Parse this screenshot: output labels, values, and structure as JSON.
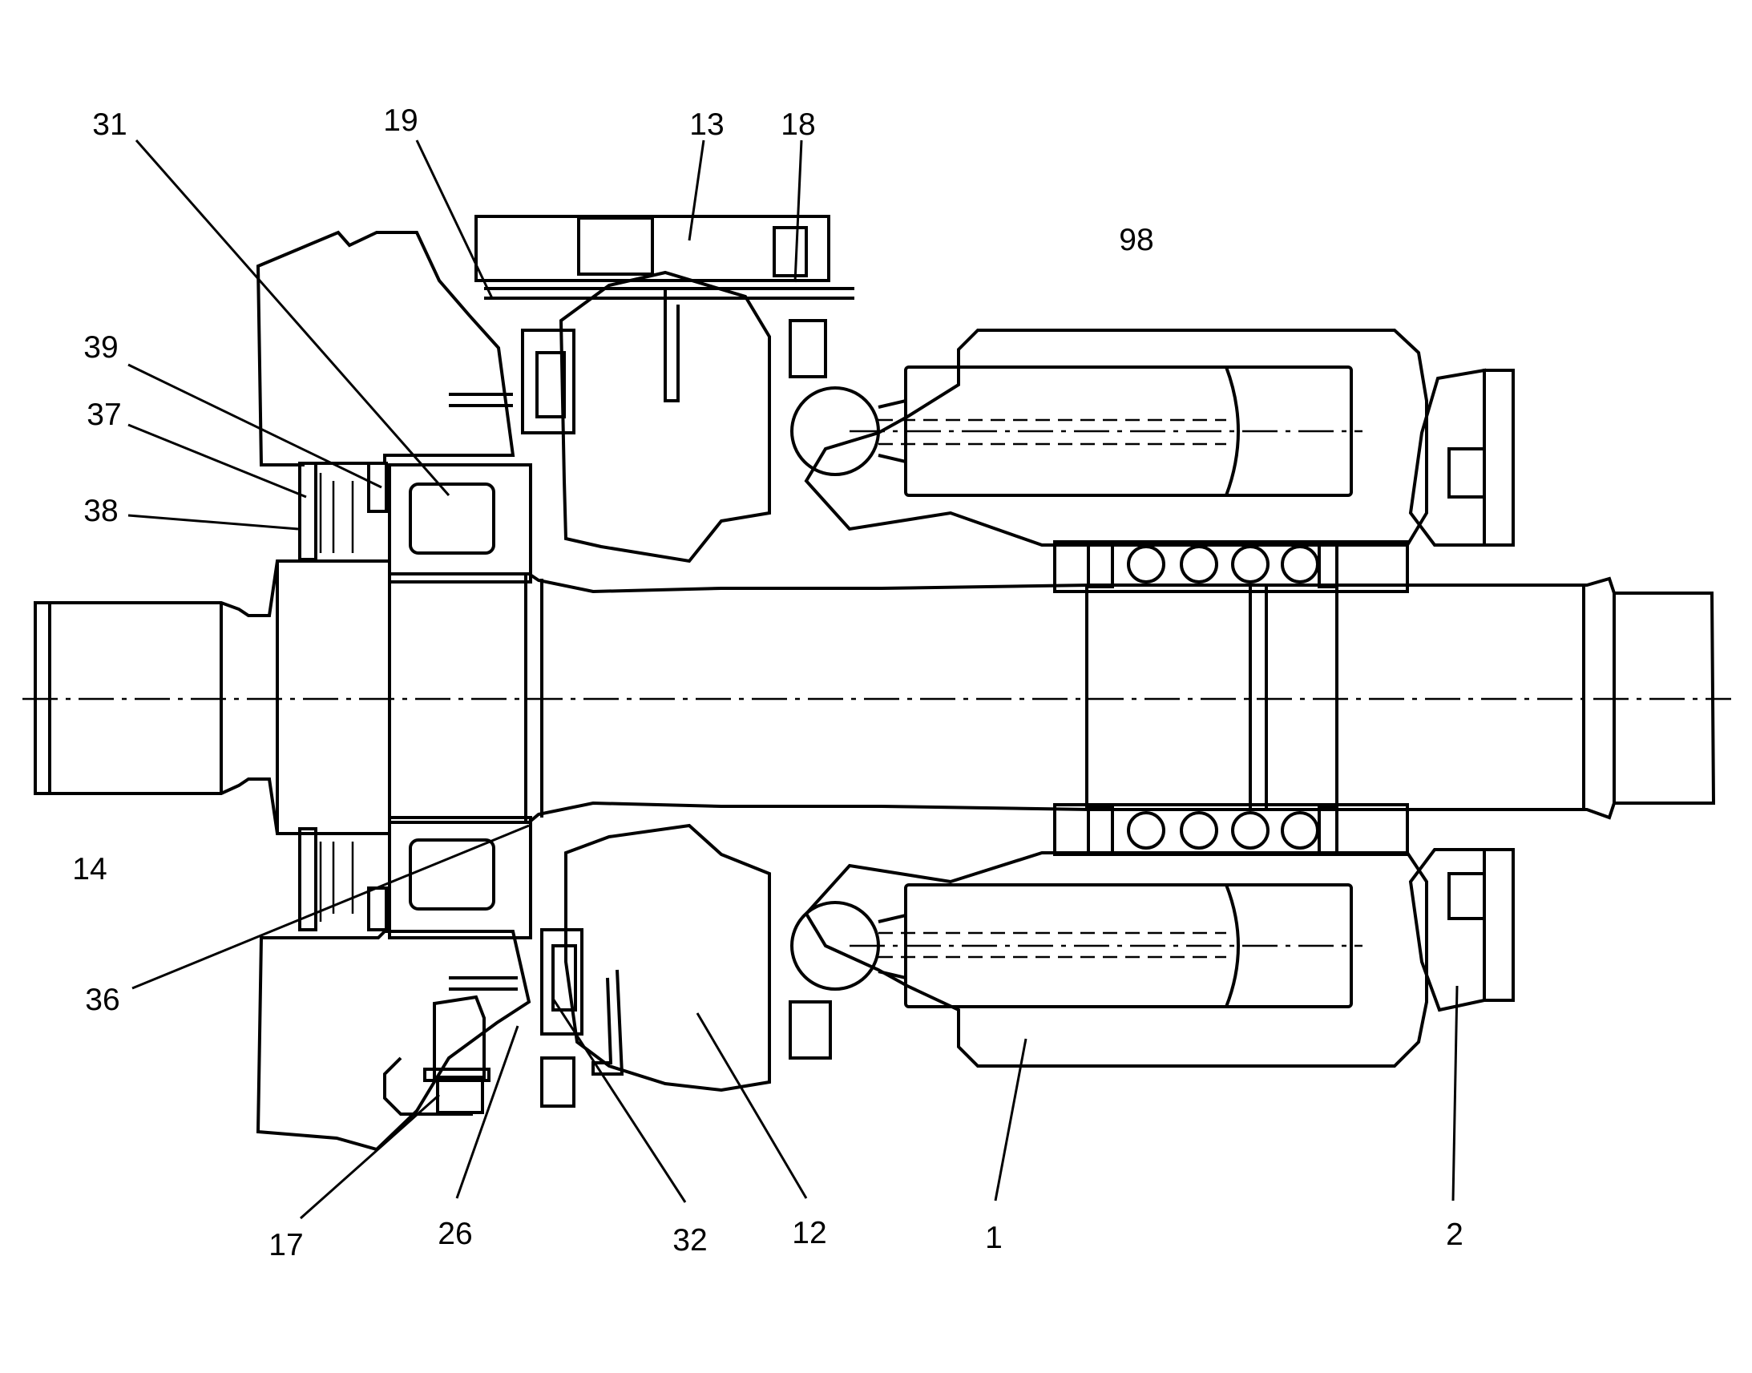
{
  "callouts": [
    {
      "id": "31",
      "label": "31"
    },
    {
      "id": "19",
      "label": "19"
    },
    {
      "id": "13",
      "label": "13"
    },
    {
      "id": "18",
      "label": "18"
    },
    {
      "id": "98",
      "label": "98"
    },
    {
      "id": "39",
      "label": "39"
    },
    {
      "id": "37",
      "label": "37"
    },
    {
      "id": "38",
      "label": "38"
    },
    {
      "id": "14",
      "label": "14"
    },
    {
      "id": "36",
      "label": "36"
    },
    {
      "id": "17",
      "label": "17"
    },
    {
      "id": "26",
      "label": "26"
    },
    {
      "id": "32",
      "label": "32"
    },
    {
      "id": "12",
      "label": "12"
    },
    {
      "id": "1",
      "label": "1"
    },
    {
      "id": "2",
      "label": "2"
    }
  ]
}
